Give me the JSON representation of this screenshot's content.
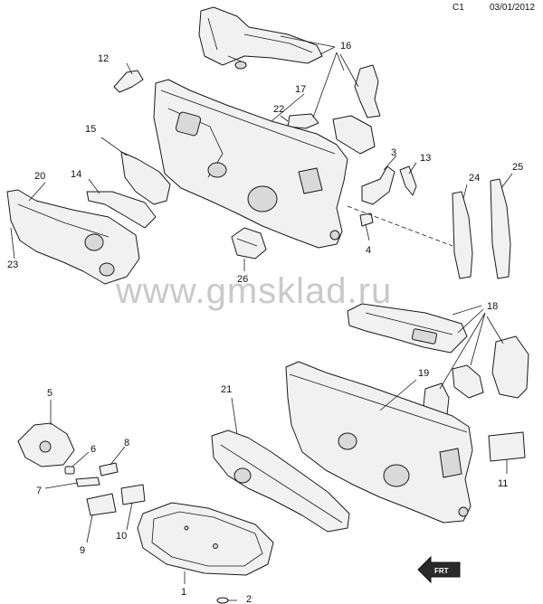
{
  "header": {
    "code": "C1",
    "date": "03/01/2012"
  },
  "watermark": "www.gmsklad.ru",
  "callouts": {
    "c1": "1",
    "c2": "2",
    "c3": "3",
    "c4": "4",
    "c5": "5",
    "c6": "6",
    "c7": "7",
    "c8": "8",
    "c9": "9",
    "c10": "10",
    "c11": "11",
    "c12": "12",
    "c13": "13",
    "c14": "14",
    "c15": "15",
    "c16": "16",
    "c17": "17",
    "c18": "18",
    "c19": "19",
    "c20": "20",
    "c21": "21",
    "c22": "22",
    "c23": "23",
    "c24": "24",
    "c25": "25",
    "c26": "26"
  },
  "direction_arrow": {
    "label": "FRT"
  }
}
